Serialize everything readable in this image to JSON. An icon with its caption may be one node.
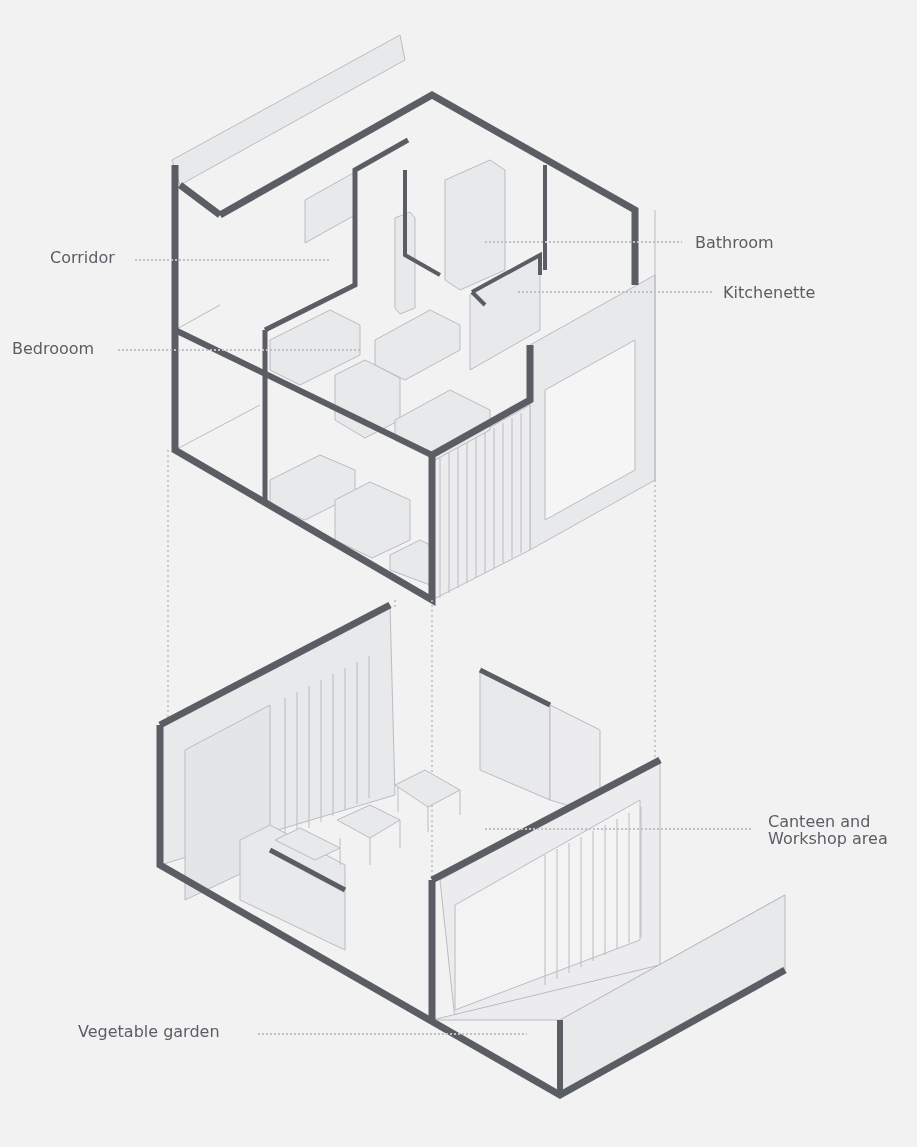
{
  "diagram": {
    "nodes": [
      {
        "text": [
          "Corridor"
        ]
      },
      {
        "text": [
          "Bedrooom"
        ]
      },
      {
        "text": [
          "Bathroom"
        ]
      },
      {
        "text": [
          "Kitchenette"
        ]
      },
      {
        "text": [
          "Canteen and Workshop area"
        ]
      },
      {
        "text": [
          "Vegetable garden"
        ]
      }
    ],
    "edges": [
      {
        "from": 0,
        "to": null,
        "arrow": "none"
      },
      {
        "from": 1,
        "to": null,
        "arrow": "none"
      },
      {
        "from": 2,
        "to": null,
        "arrow": "none"
      },
      {
        "from": 3,
        "to": null,
        "arrow": "none"
      },
      {
        "from": 4,
        "to": null,
        "arrow": "none"
      },
      {
        "from": 5,
        "to": null,
        "arrow": "none"
      }
    ]
  }
}
